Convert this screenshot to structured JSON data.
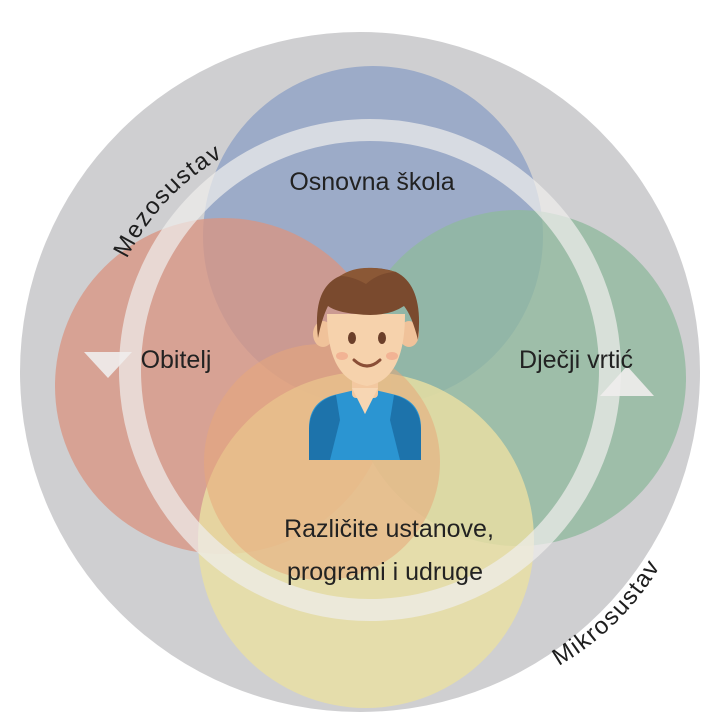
{
  "diagram": {
    "outer_ring_label": "Mikrosustav",
    "inner_ring_label": "Mezosustav",
    "center_icon": "child-avatar",
    "circles": {
      "top": "Osnovna škola",
      "left": "Obitelj",
      "right": "Dječji vrtić",
      "bottom_line1": "Različite ustanove,",
      "bottom_line2": "programi i udruge"
    },
    "colors": {
      "outer_disc": "#cfcfd1",
      "top_circle": "#8ea1c6",
      "left_circle": "#d99583",
      "right_circle": "#8fb89d",
      "bottom_circle": "#e9dfa2",
      "lower_left_circle": "#e7a87a",
      "ring_arrow": "#efedec"
    }
  }
}
